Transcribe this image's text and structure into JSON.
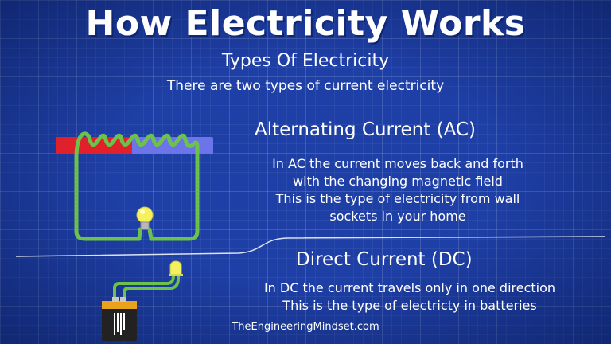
{
  "header": {
    "title": "How Electricity Works",
    "subtitle": "Types Of Electricity",
    "intro": "There are two types of current electricity"
  },
  "ac": {
    "heading": "Alternating Current (AC)",
    "lines": [
      "In AC the current moves back and forth",
      "with the changing magnetic field",
      "This is the type of electricity from wall",
      "sockets in your home"
    ]
  },
  "dc": {
    "heading": "Direct Current (DC)",
    "lines": [
      "In DC the current travels only in one direction",
      "This is the type of electricty in batteries"
    ]
  },
  "footer": {
    "site": "TheEngineeringMindset.com"
  },
  "colors": {
    "background": "#1e3fa6",
    "wire": "#6cc24a",
    "magnet_north": "#e0202a",
    "magnet_south": "#6b74e8",
    "battery_body": "#222222",
    "battery_top": "#e8a21c"
  },
  "icons": [
    "ac-circuit-illustration",
    "light-bulb-icon",
    "magnet-bar",
    "dc-circuit-illustration",
    "battery-icon",
    "led-icon"
  ]
}
